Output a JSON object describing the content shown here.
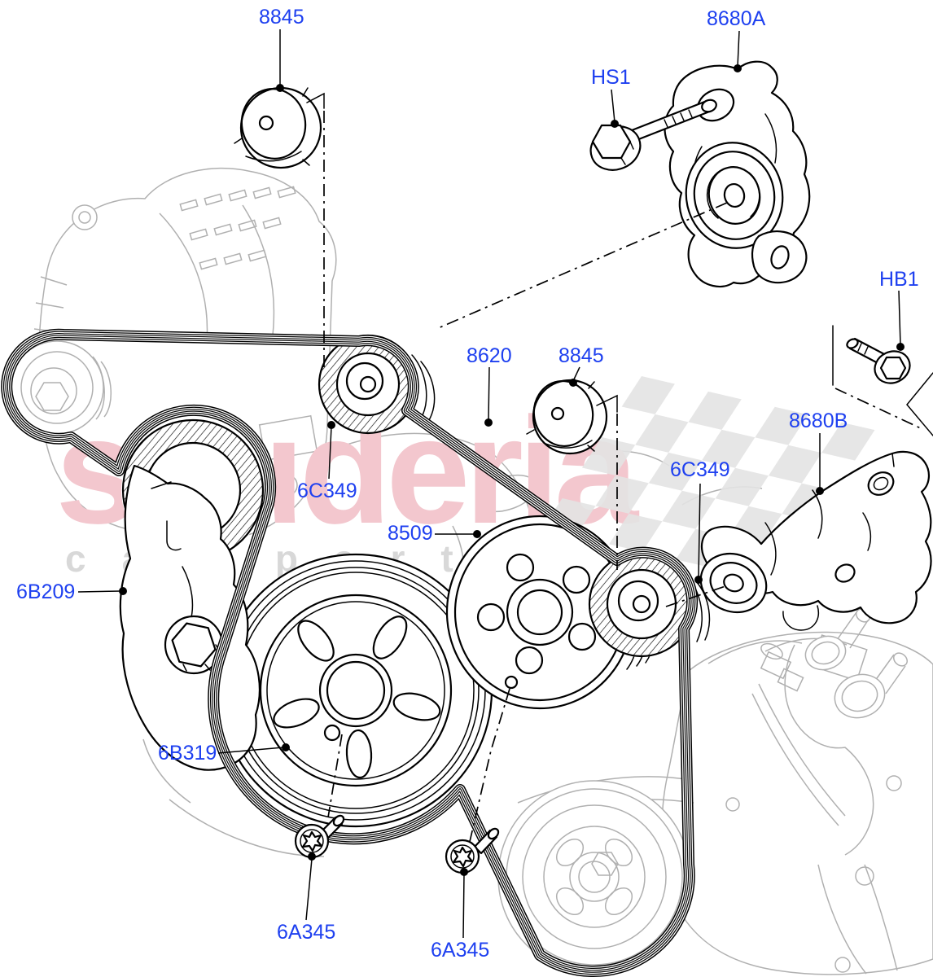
{
  "watermark": {
    "brand": "scuderia",
    "subtitle": "car parts"
  },
  "colors": {
    "label_blue": "#1e40f0",
    "watermark_pink": "#f3c7ce",
    "watermark_gray": "#d8d8d8",
    "checker_gray": "#e4e4e4",
    "ghost_gray": "#b0b0b0",
    "line_black": "#000000",
    "page_bg": "#ffffff"
  },
  "parts": [
    {
      "label": "8845"
    },
    {
      "label": "8680A"
    },
    {
      "label": "HS1"
    },
    {
      "label": "HB1"
    },
    {
      "label": "8620"
    },
    {
      "label": "8845"
    },
    {
      "label": "6C349"
    },
    {
      "label": "6C349"
    },
    {
      "label": "8509"
    },
    {
      "label": "8680B"
    },
    {
      "label": "6B209"
    },
    {
      "label": "6B319"
    },
    {
      "label": "6A345"
    },
    {
      "label": "6A345"
    }
  ]
}
